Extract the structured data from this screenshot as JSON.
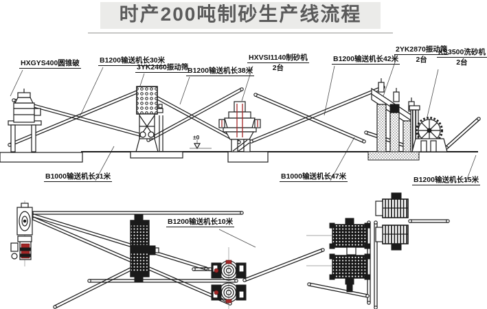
{
  "title": "时产200吨制砂生产线流程",
  "labels": {
    "cone_crusher": "HXGYS400圆锥破",
    "conveyor_30m": "B1200输送机长30米",
    "screen_3yk2460": "3YK2460振动筛",
    "conveyor_38m": "B1200输送机长38米",
    "sand_maker": "HXVSI1140制砂机",
    "sand_maker_qty": "2台",
    "conveyor_42m": "B1200输送机长42米",
    "screen_2yk2870": "2YK2870振动筛",
    "screen_2yk2870_qty": "2台",
    "sand_washer": "XS3500洗砂机",
    "sand_washer_qty": "2台",
    "conveyor_31m": "B1000输送机长31米",
    "conveyor_47m": "B1000输送机长47米",
    "conveyor_15m": "B1200输送机长15米",
    "conveyor_10m": "B1200输送机长10米",
    "elevation_marker": "±0"
  },
  "colors": {
    "line": "#1a1a1a",
    "accent_red": "#a32626",
    "title_text": "#5a5a5a",
    "title_band": "#ebebe9"
  }
}
